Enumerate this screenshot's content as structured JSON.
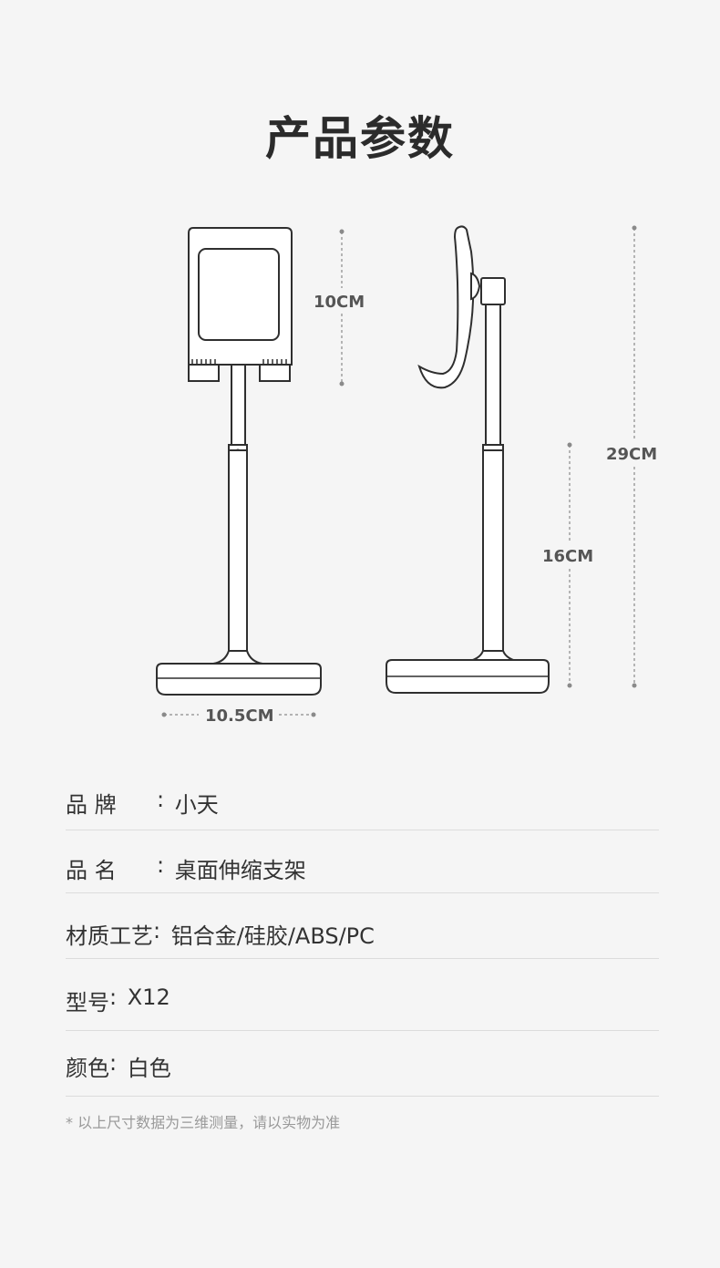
{
  "title": "产品参数",
  "diagram": {
    "dim_height_holder": "10CM",
    "dim_total_height": "29CM",
    "dim_pole_height": "16CM",
    "dim_base_width": "10.5CM"
  },
  "specs": [
    {
      "label_a": "品",
      "label_b": "牌",
      "colon": ":",
      "value": "小天"
    },
    {
      "label_a": "品",
      "label_b": "名",
      "colon": ":",
      "value": "桌面伸缩支架"
    },
    {
      "label": "材质工艺",
      "colon": ":",
      "value": "铝合金/硅胶/ABS/PC"
    },
    {
      "label": "型号",
      "colon": ":",
      "value": "X12"
    },
    {
      "label": "颜色",
      "colon": ":",
      "value": "白色"
    }
  ],
  "note": "* 以上尺寸数据为三维测量，请以实物为准",
  "colors": {
    "background": "#f5f5f5",
    "outline": "#2f2f2f",
    "divider": "#dcdcdc"
  }
}
